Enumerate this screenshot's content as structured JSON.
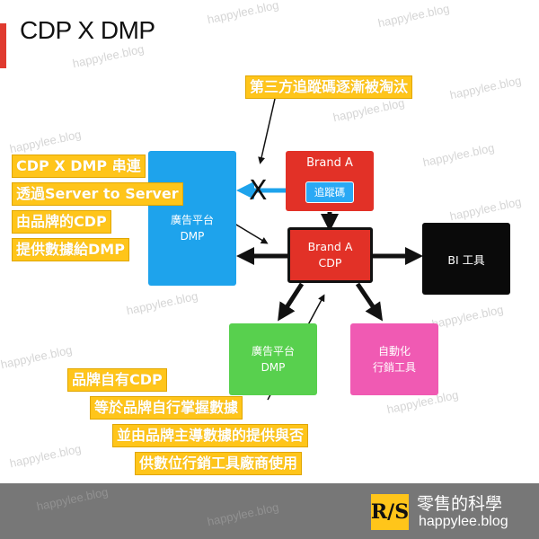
{
  "page": {
    "title": "CDP X DMP",
    "watermark": "happylee.blog"
  },
  "nodes": {
    "ad_platform_dmp_top": "廣告平台\nDMP",
    "brand_a": "Brand A",
    "tracking_code": "追蹤碼",
    "brand_a_cdp": "Brand A\nCDP",
    "bi_tool": "BI 工具",
    "ad_platform_dmp_bottom": "廣告平台\nDMP",
    "marketing_automation": "自動化\n行銷工具",
    "blocked_mark": "X"
  },
  "callouts": {
    "third_party": "第三方追蹤碼逐漸被淘汰",
    "cdp_dmp_lines": [
      "CDP X DMP 串連",
      "透過Server to Server",
      "由品牌的CDP",
      "提供數據給DMP"
    ],
    "own_cdp_lines": [
      "品牌自有CDP",
      "等於品牌自行掌握數據",
      "並由品牌主導數據的提供與否",
      "供數位行銷工具廠商使用"
    ]
  },
  "footer": {
    "logo": "R/S",
    "brand_name": "零售的科學",
    "brand_url": "happylee.blog"
  },
  "colors": {
    "accent_red": "#e23127",
    "blue": "#1ea3ec",
    "green": "#58d04e",
    "pink": "#f05ab3",
    "black": "#0a0a0a",
    "callout_yellow": "#ffc51a",
    "footer_gray": "#777777"
  }
}
